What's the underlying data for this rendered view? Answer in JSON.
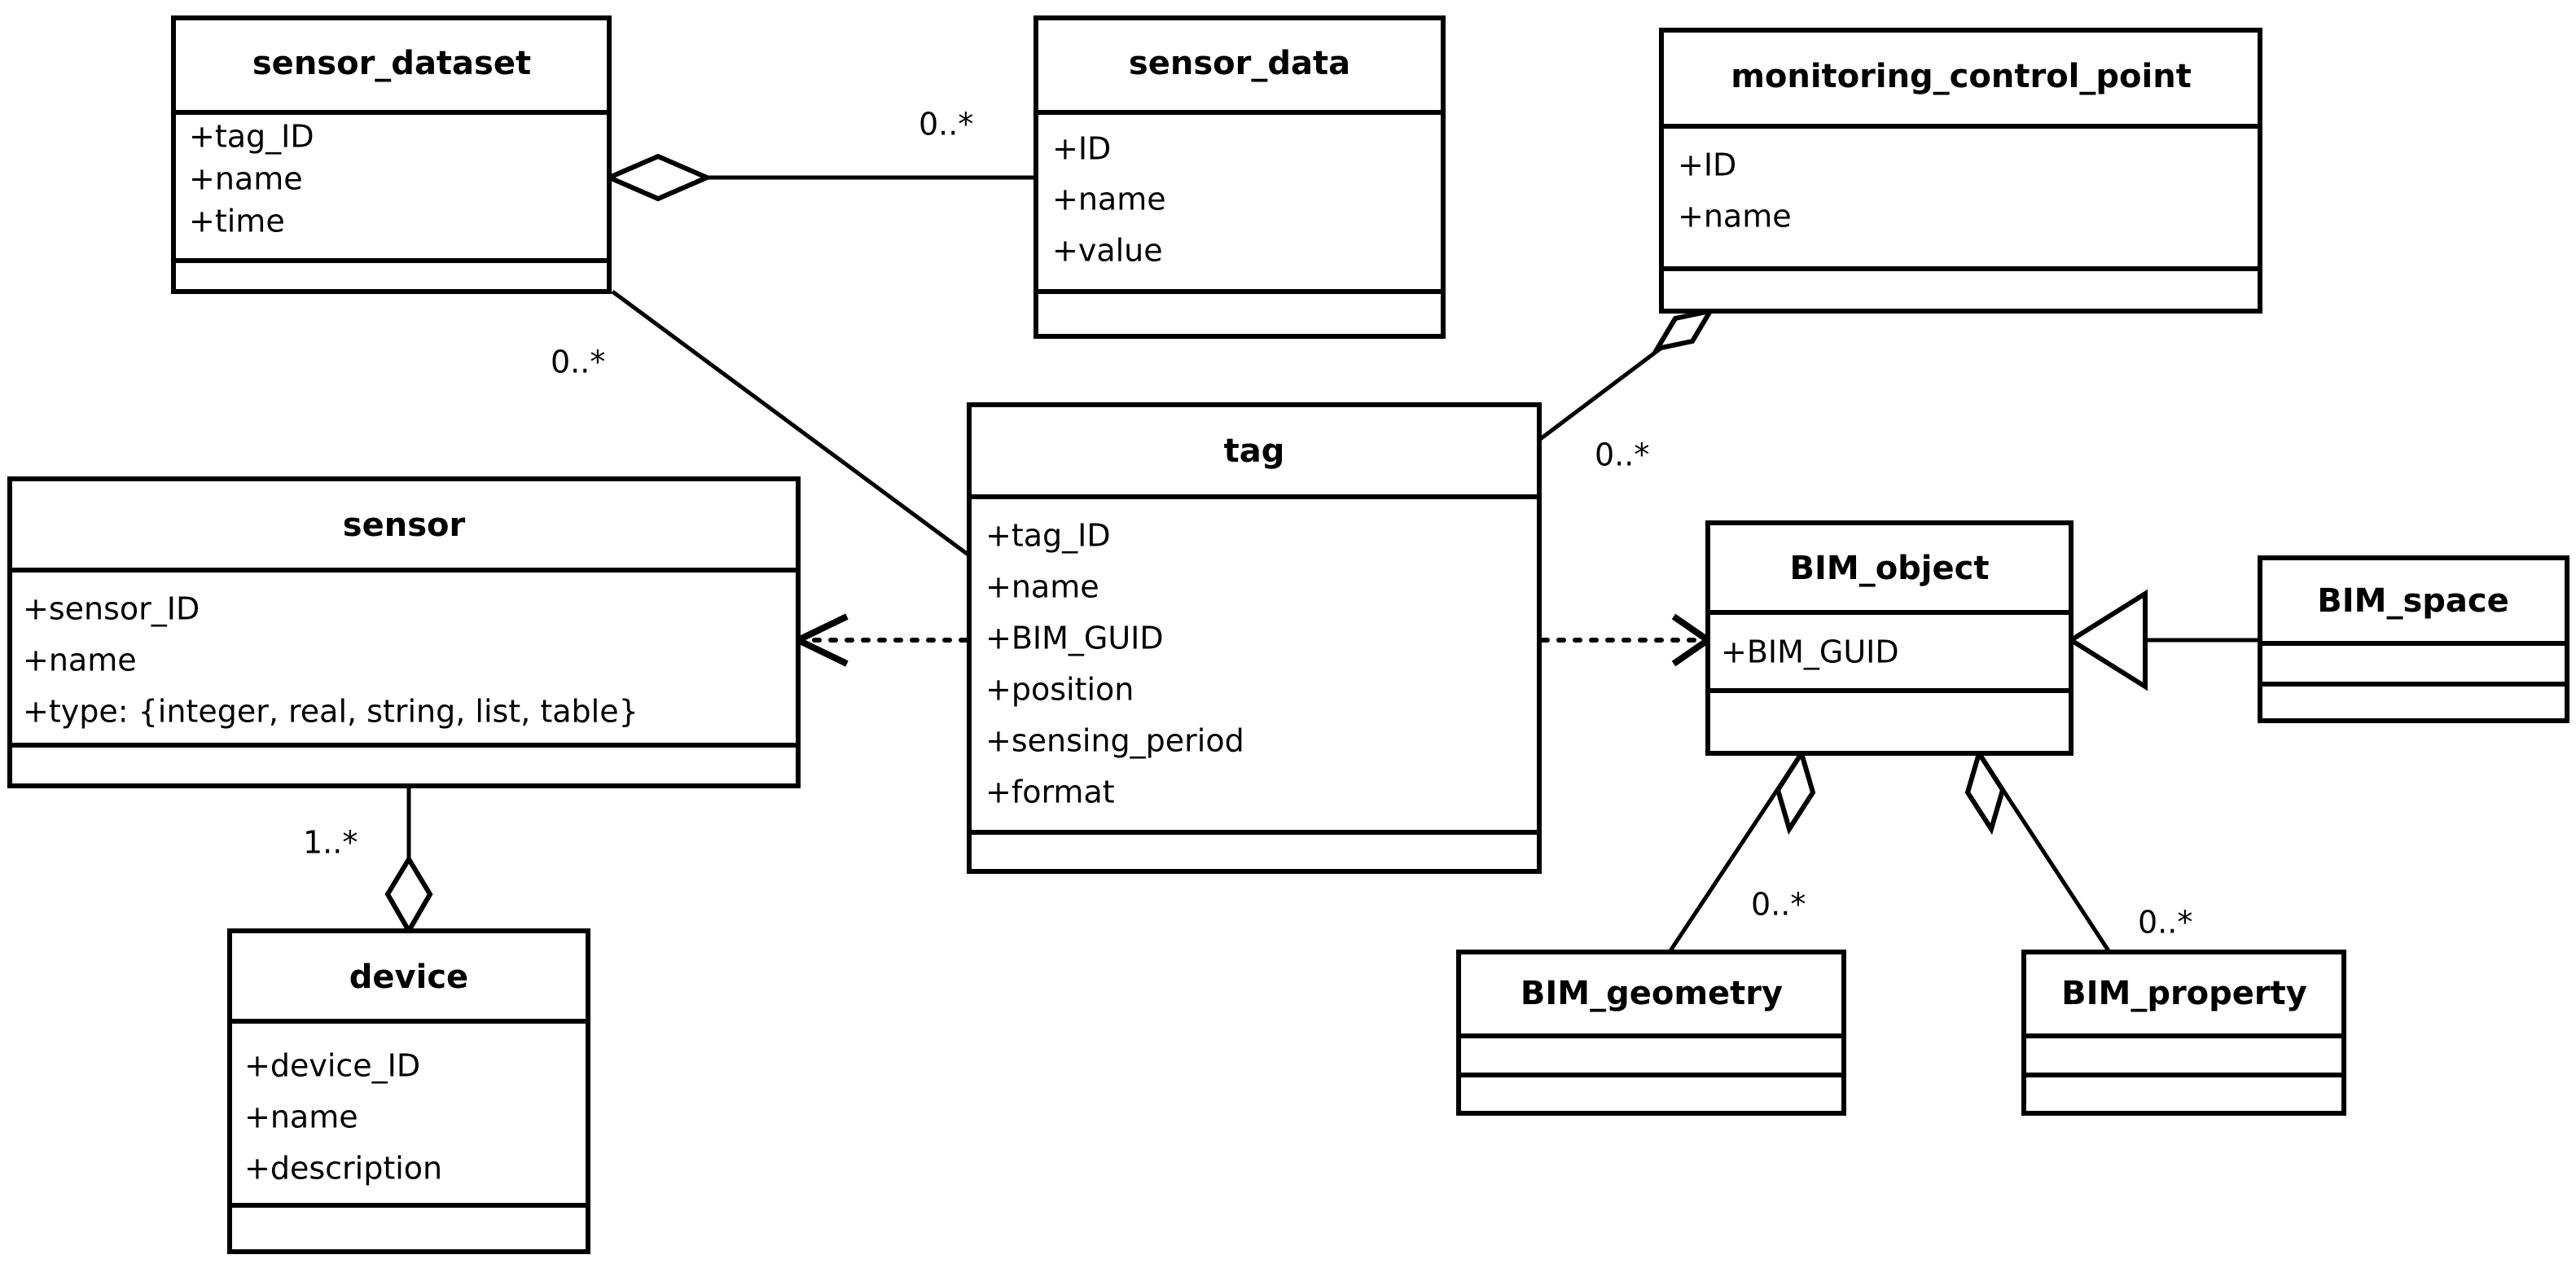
{
  "diagram": {
    "kind": "uml-class-diagram",
    "stroke_color": "#000000",
    "fill_color": "#ffffff",
    "classes": [
      {
        "id": "sensor_dataset",
        "name": "sensor_dataset",
        "attributes": [
          "+tag_ID",
          "+name",
          "+time"
        ],
        "operations": []
      },
      {
        "id": "sensor_data",
        "name": "sensor_data",
        "attributes": [
          "+ID",
          "+name",
          "+value"
        ],
        "operations": []
      },
      {
        "id": "monitoring_control_point",
        "name": "monitoring_control_point",
        "attributes": [
          "+ID",
          "+name"
        ],
        "operations": []
      },
      {
        "id": "tag",
        "name": "tag",
        "attributes": [
          "+tag_ID",
          "+name",
          "+BIM_GUID",
          "+position",
          "+sensing_period",
          "+format"
        ],
        "operations": []
      },
      {
        "id": "sensor",
        "name": "sensor",
        "attributes": [
          "+sensor_ID",
          "+name",
          "+type: {integer, real, string, list, table}"
        ],
        "operations": []
      },
      {
        "id": "device",
        "name": "device",
        "attributes": [
          "+device_ID",
          "+name",
          "+description"
        ],
        "operations": []
      },
      {
        "id": "BIM_object",
        "name": "BIM_object",
        "attributes": [
          "+BIM_GUID"
        ],
        "operations": []
      },
      {
        "id": "BIM_space",
        "name": "BIM_space",
        "attributes": [],
        "operations": []
      },
      {
        "id": "BIM_geometry",
        "name": "BIM_geometry",
        "attributes": [],
        "operations": []
      },
      {
        "id": "BIM_property",
        "name": "BIM_property",
        "attributes": [],
        "operations": []
      }
    ],
    "relationships": [
      {
        "id": "rel-dataset-data",
        "type": "aggregation",
        "from": "sensor_dataset",
        "to": "sensor_data",
        "multiplicity": "0..*"
      },
      {
        "id": "rel-dataset-tag",
        "type": "association",
        "from": "sensor_dataset",
        "to": "tag",
        "multiplicity": "0..*"
      },
      {
        "id": "rel-mcp-tag",
        "type": "aggregation",
        "from": "monitoring_control_point",
        "to": "tag",
        "multiplicity": "0..*"
      },
      {
        "id": "rel-tag-sensor",
        "type": "dependency",
        "from": "tag",
        "to": "sensor",
        "multiplicity": ""
      },
      {
        "id": "rel-tag-bimobject",
        "type": "dependency",
        "from": "tag",
        "to": "BIM_object",
        "multiplicity": ""
      },
      {
        "id": "rel-sensor-device",
        "type": "aggregation",
        "from": "sensor",
        "to": "device",
        "multiplicity": "1..*"
      },
      {
        "id": "rel-bimspace-bimobject",
        "type": "generalization",
        "from": "BIM_space",
        "to": "BIM_object",
        "multiplicity": ""
      },
      {
        "id": "rel-bimobject-geometry",
        "type": "aggregation",
        "from": "BIM_object",
        "to": "BIM_geometry",
        "multiplicity": "0..*"
      },
      {
        "id": "rel-bimobject-property",
        "type": "aggregation",
        "from": "BIM_object",
        "to": "BIM_property",
        "multiplicity": "0..*"
      }
    ],
    "multiplicity_labels": {
      "dataset_data": "0..*",
      "dataset_tag": "0..*",
      "mcp_tag": "0..*",
      "sensor_device": "1..*",
      "bim_geometry": "0..*",
      "bim_property": "0..*"
    }
  }
}
